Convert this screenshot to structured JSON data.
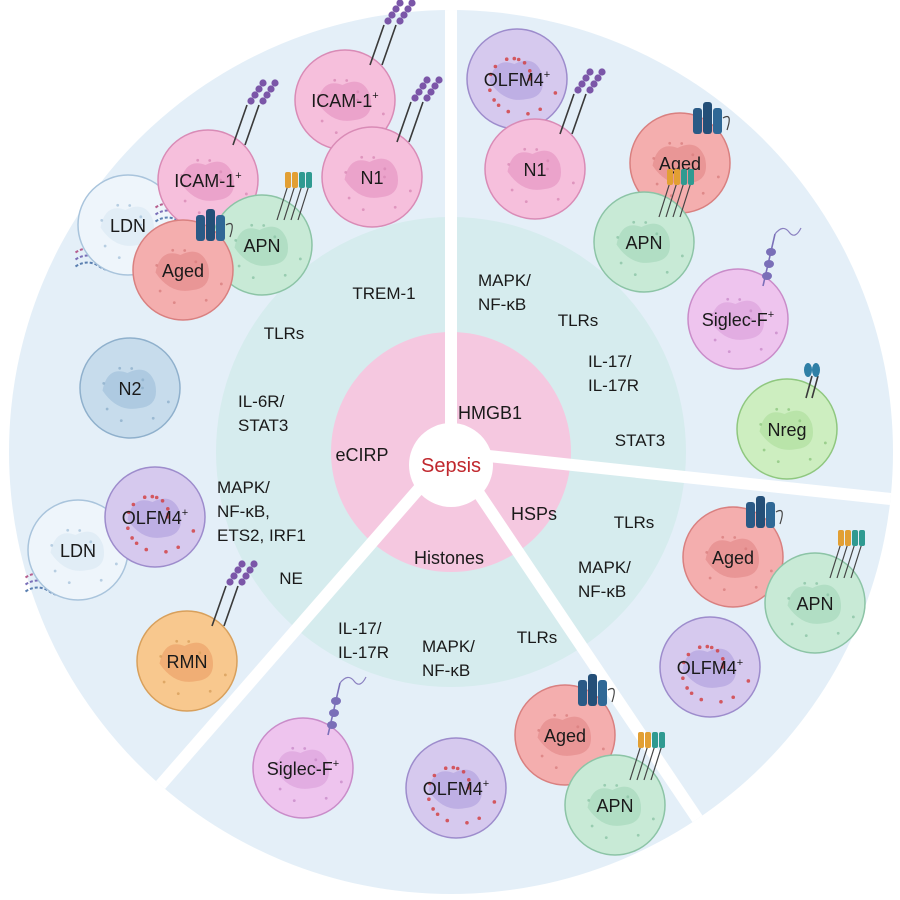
{
  "center": {
    "label": "Sepsis"
  },
  "colors": {
    "outer_ring": "#e4eff8",
    "middle_ring": "#d6ecee",
    "inner_ring": "#f5c8e0",
    "center_fill": "#ffffff",
    "center_text": "#c0272d",
    "divider": "#ffffff",
    "pink": "#f6bfdc",
    "red": "#f4aeae",
    "green": "#c8ead6",
    "blue": "#c7dcec",
    "purple": "#d6c9ee",
    "orange": "#f8c88e",
    "lime": "#cdeec0",
    "magenta": "#eec4ee",
    "ghost": "#eef5fb"
  },
  "core_labels": {
    "ecirp": "eCIRP",
    "hmgb1": "HMGB1",
    "hsps": "HSPs",
    "histones": "Histones"
  },
  "pathways": {
    "trem1": "TREM-1",
    "tlrs_left": "TLRs",
    "il6r_1": "IL-6R/",
    "il6r_2": "STAT3",
    "mapk_left_1": "MAPK/",
    "mapk_left_2": "NF-κB,",
    "mapk_left_3": "ETS2, IRF1",
    "ne": "NE",
    "mapk_tr_1": "MAPK/",
    "mapk_tr_2": "NF-κB",
    "tlrs_tr": "TLRs",
    "il17_tr_1": "IL-17/",
    "il17_tr_2": "IL-17R",
    "stat3_tr": "STAT3",
    "tlrs_r": "TLRs",
    "mapk_r_1": "MAPK/",
    "mapk_r_2": "NF-κB",
    "il17_b_1": "IL-17/",
    "il17_b_2": "IL-17R",
    "mapk_b_1": "MAPK/",
    "mapk_b_2": "NF-κB",
    "tlrs_b": "TLRs"
  },
  "cells": {
    "icam_top": {
      "label": "ICAM-1",
      "sup": "+"
    },
    "icam_left": {
      "label": "ICAM-1",
      "sup": "+"
    },
    "n1_left": {
      "label": "N1"
    },
    "ldn_top": {
      "label": "LDN"
    },
    "apn_left": {
      "label": "APN"
    },
    "aged_left": {
      "label": "Aged"
    },
    "n2": {
      "label": "N2"
    },
    "olfm4_left": {
      "label": "OLFM4",
      "sup": "+"
    },
    "ldn_bottom": {
      "label": "LDN"
    },
    "rmn": {
      "label": "RMN"
    },
    "olfm4_tr": {
      "label": "OLFM4",
      "sup": "+"
    },
    "n1_tr": {
      "label": "N1"
    },
    "aged_tr": {
      "label": "Aged"
    },
    "apn_tr": {
      "label": "APN"
    },
    "siglec_tr": {
      "label": "Siglec-F",
      "sup": "+"
    },
    "nreg": {
      "label": "Nreg"
    },
    "aged_r": {
      "label": "Aged"
    },
    "apn_r": {
      "label": "APN"
    },
    "olfm4_r": {
      "label": "OLFM4",
      "sup": "+"
    },
    "siglec_b": {
      "label": "Siglec-F",
      "sup": "+"
    },
    "olfm4_b": {
      "label": "OLFM4",
      "sup": "+"
    },
    "aged_b": {
      "label": "Aged"
    },
    "apn_b": {
      "label": "APN"
    }
  }
}
